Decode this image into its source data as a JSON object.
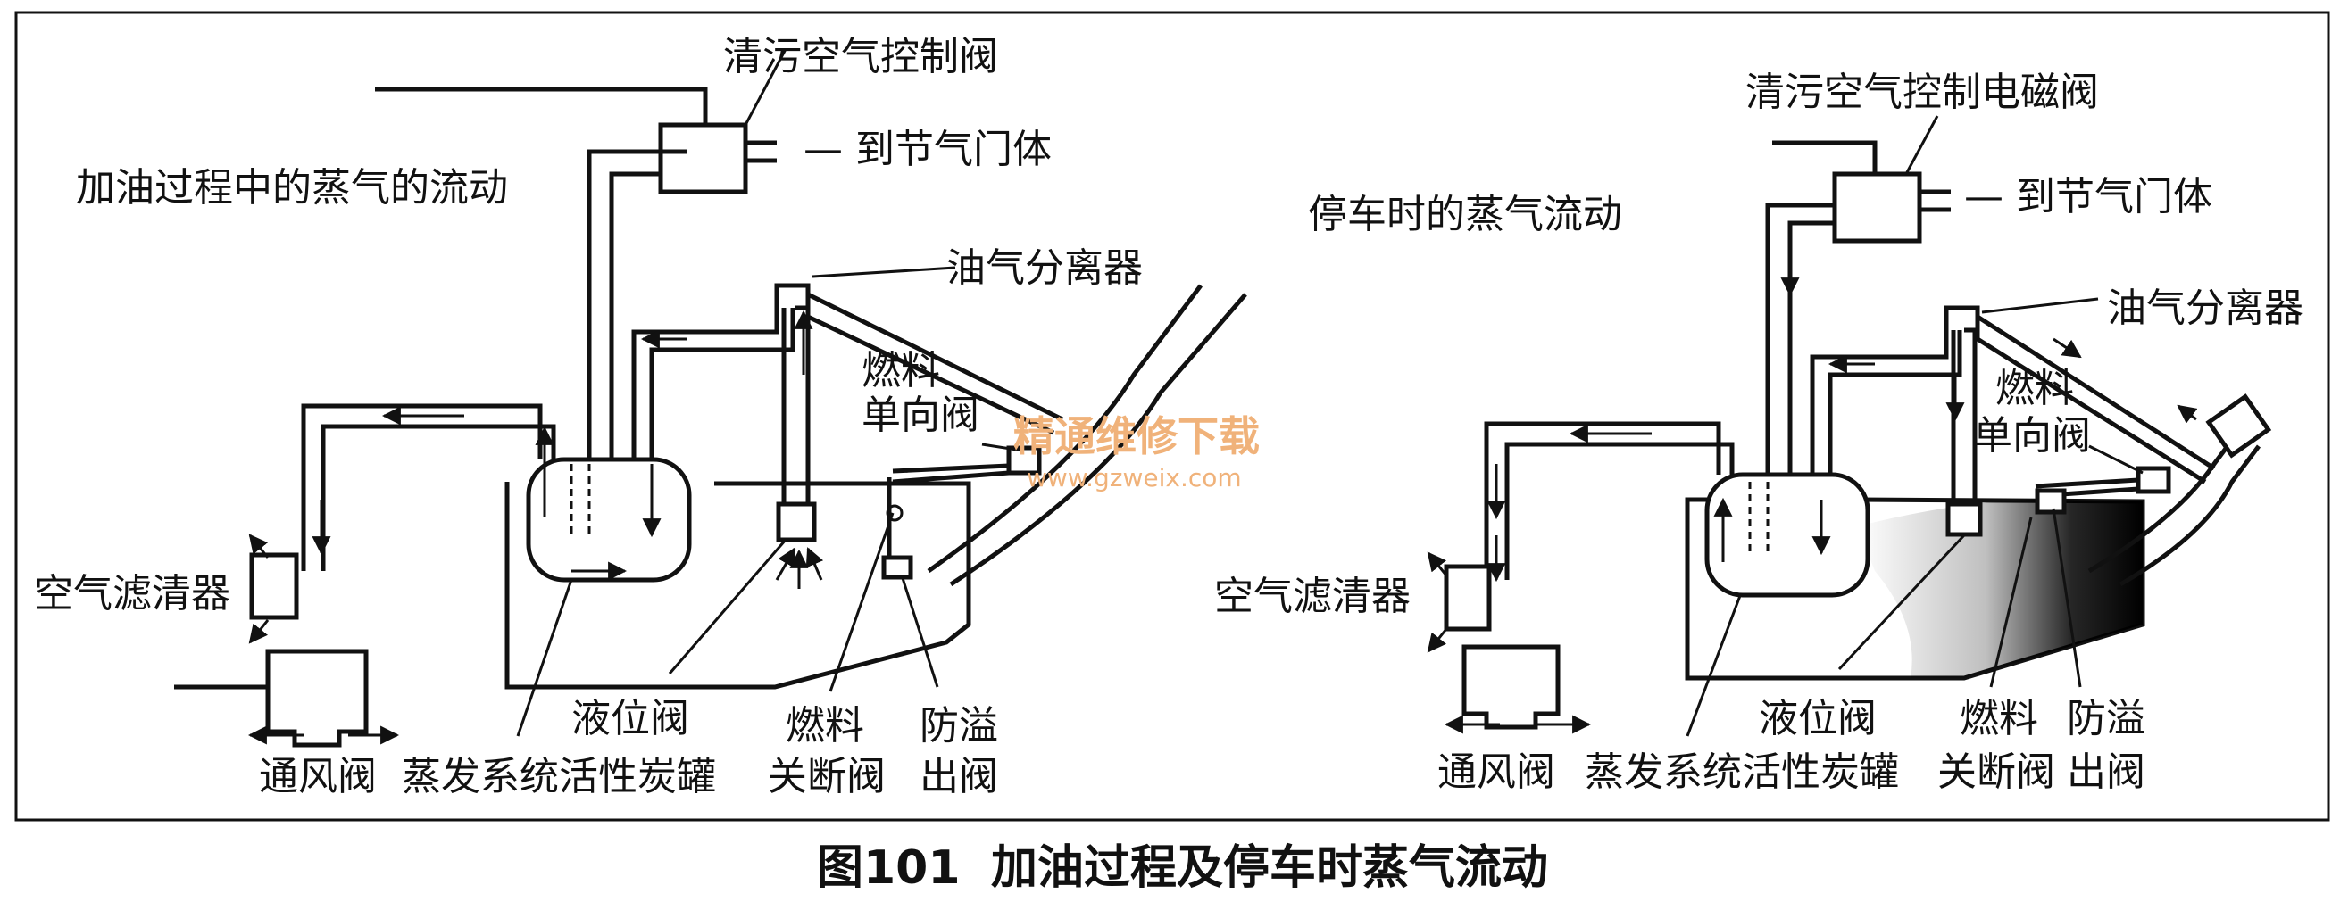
{
  "left_panel": {
    "title": "加油过程中的蒸气的流动",
    "purge_valve": "清污空气控制阀",
    "to_throttle": "— 到节气门体",
    "separator": "油气分离器",
    "check_valve_line1": "燃料",
    "check_valve_line2": "单向阀",
    "air_cleaner": "空气滤清器",
    "level_valve": "液位阀",
    "cutoff_line1": "燃料",
    "cutoff_line2": "关断阀",
    "overflow_line1": "防溢",
    "overflow_line2": "出阀",
    "vent_valve": "通风阀",
    "canister": "蒸发系统活性炭罐"
  },
  "right_panel": {
    "title": "停车时的蒸气流动",
    "purge_valve": "清污空气控制电磁阀",
    "to_throttle": "— 到节气门体",
    "separator": "油气分离器",
    "check_valve_line1": "燃料",
    "check_valve_line2": "单向阀",
    "air_cleaner": "空气滤清器",
    "level_valve": "液位阀",
    "cutoff_line1": "燃料",
    "cutoff_line2": "关断阀",
    "overflow_line1": "防溢",
    "overflow_line2": "出阀",
    "vent_valve": "通风阀",
    "canister": "蒸发系统活性炭罐"
  },
  "watermark": {
    "text": "精通维修下载",
    "url": "www.gzweix.com"
  },
  "caption": {
    "number": "图101",
    "text": "加油过程及停车时蒸气流动"
  }
}
